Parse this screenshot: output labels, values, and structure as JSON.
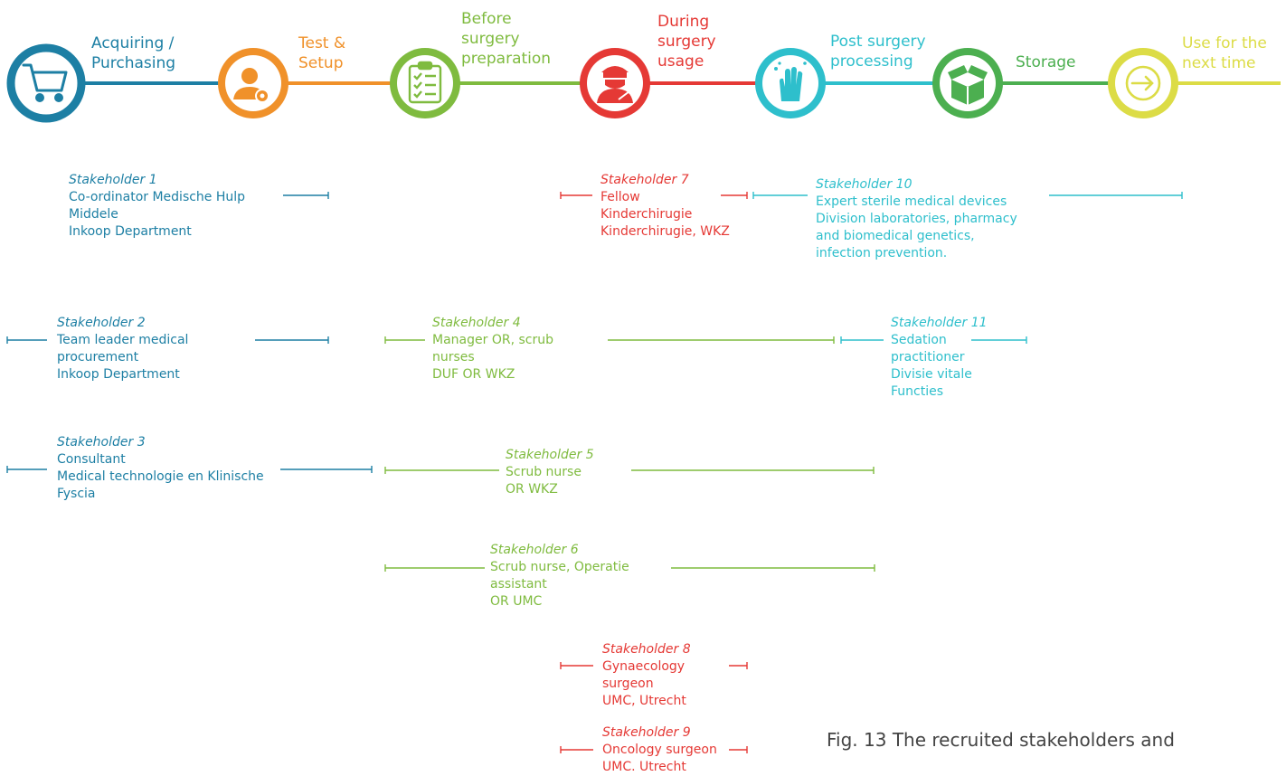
{
  "colors": {
    "acquire": "#1d7fa4",
    "test": "#f0912a",
    "prep": "#7fbb3f",
    "during": "#e53935",
    "post": "#2ebfcc",
    "storage": "#4caf50",
    "use": "#dcdc46"
  },
  "stages": [
    {
      "label": "Acquiring /\nPurchasing",
      "icon": "shopping-cart-icon",
      "color_key": "acquire"
    },
    {
      "label": "Test &\nSetup",
      "icon": "user-gear-icon",
      "color_key": "test"
    },
    {
      "label": "Before\nsurgery\npreparation",
      "icon": "clipboard-checklist-icon",
      "color_key": "prep"
    },
    {
      "label": "During\nsurgery\nusage",
      "icon": "surgeon-icon",
      "color_key": "during"
    },
    {
      "label": "Post surgery\nprocessing",
      "icon": "hand-washing-icon",
      "color_key": "post"
    },
    {
      "label": "Storage",
      "icon": "open-box-icon",
      "color_key": "storage"
    },
    {
      "label": "Use for the\nnext time",
      "icon": "circular-arrow-icon",
      "color_key": "use"
    }
  ],
  "stakeholders": [
    {
      "title": "Stakeholder 1",
      "lines": [
        "Co-ordinator Medische Hulp",
        "Middele",
        "Inkoop Department"
      ],
      "color_key": "acquire"
    },
    {
      "title": "Stakeholder 2",
      "lines": [
        "Team leader medical",
        "procurement",
        "Inkoop Department"
      ],
      "color_key": "acquire"
    },
    {
      "title": "Stakeholder 3",
      "lines": [
        "Consultant",
        "Medical technologie en Klinische",
        "Fyscia"
      ],
      "color_key": "acquire"
    },
    {
      "title": "Stakeholder 4",
      "lines": [
        "Manager OR, scrub",
        "nurses",
        "DUF OR WKZ"
      ],
      "color_key": "prep"
    },
    {
      "title": "Stakeholder 5",
      "lines": [
        "Scrub nurse",
        "OR WKZ"
      ],
      "color_key": "prep"
    },
    {
      "title": "Stakeholder 6",
      "lines": [
        "Scrub nurse, Operatie",
        "assistant",
        "OR UMC"
      ],
      "color_key": "prep"
    },
    {
      "title": "Stakeholder 7",
      "lines": [
        "Fellow",
        "Kinderchirugie",
        "Kinderchirugie, WKZ"
      ],
      "color_key": "during"
    },
    {
      "title": "Stakeholder 8",
      "lines": [
        "Gynaecology",
        "surgeon",
        "UMC, Utrecht"
      ],
      "color_key": "during"
    },
    {
      "title": "Stakeholder 9",
      "lines": [
        "Oncology surgeon",
        "UMC. Utrecht"
      ],
      "color_key": "during"
    },
    {
      "title": "Stakeholder 10",
      "lines": [
        "Expert sterile medical devices",
        "Division laboratories, pharmacy",
        "and biomedical genetics,",
        "infection prevention."
      ],
      "color_key": "post"
    },
    {
      "title": "Stakeholder 11",
      "lines": [
        "Sedation",
        "practitioner",
        "Divisie vitale",
        "Functies"
      ],
      "color_key": "post"
    }
  ],
  "caption": "Fig. 13 The recruited stakeholders and"
}
